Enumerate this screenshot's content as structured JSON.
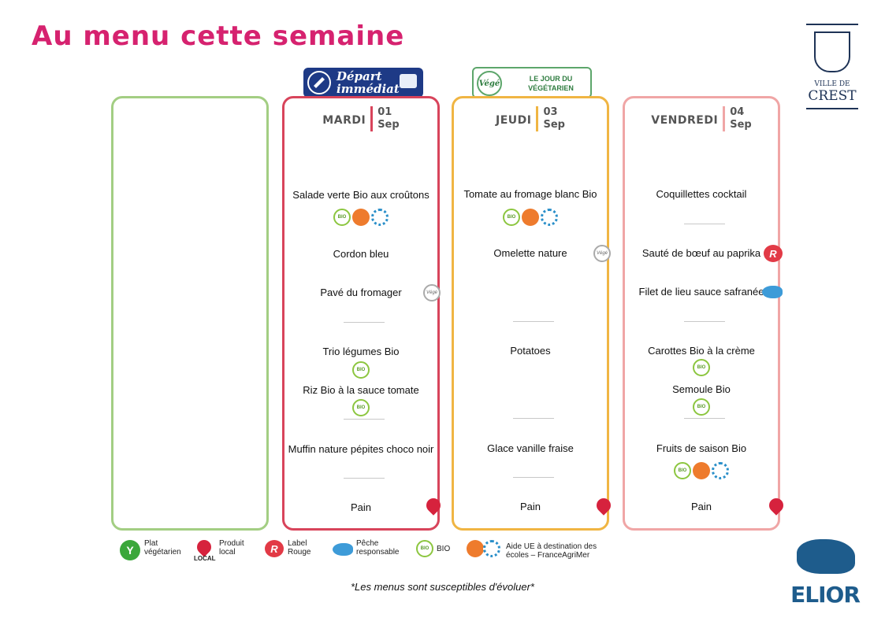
{
  "title": "Au menu cette semaine",
  "banners": {
    "depart_line1": "Départ",
    "depart_line2": "immédiat",
    "vege_badge": "Végé",
    "vege_line1": "LE JOUR DU",
    "vege_line2": "VÉGÉTARIEN"
  },
  "days": [
    {
      "name": "MARDI",
      "day": "01",
      "month": "Sep",
      "dishes": {
        "starter": "Salade verte Bio aux croûtons",
        "main1": "Cordon bleu",
        "main2": "Pavé du fromager",
        "side1": "Trio légumes Bio",
        "side2": "Riz Bio à la sauce tomate",
        "dessert": "Muffin nature pépites choco noir",
        "bread": "Pain"
      }
    },
    {
      "name": "JEUDI",
      "day": "03",
      "month": "Sep",
      "dishes": {
        "starter": "Tomate au fromage blanc Bio",
        "main1": "Omelette nature",
        "side1": "Potatoes",
        "dessert": "Glace vanille fraise",
        "bread": "Pain"
      }
    },
    {
      "name": "VENDREDI",
      "day": "04",
      "month": "Sep",
      "dishes": {
        "starter": "Coquillettes cocktail",
        "main1": "Sauté de bœuf  au paprika",
        "main2": "Filet de lieu sauce safranée",
        "side1": "Carottes Bio à la crème",
        "side2": "Semoule Bio",
        "dessert": "Fruits de saison Bio",
        "bread": "Pain"
      }
    }
  ],
  "badges": {
    "bio": "BIO",
    "vege": "Végé",
    "veg_symbol": "Y",
    "label_rouge_symbol": "R"
  },
  "legend": {
    "veg1": "Plat",
    "veg2": "végétarien",
    "local_tag": "LOCAL",
    "local1": "Produit",
    "local2": "local",
    "rouge1": "Label",
    "rouge2": "Rouge",
    "peche1": "Pêche",
    "peche2": "responsable",
    "bio": "BIO",
    "ue1": "Aide UE à destination des",
    "ue2": "écoles – FranceAgriMer"
  },
  "crest": {
    "small": "VILLE DE",
    "big": "CREST"
  },
  "elior": "ELIOR",
  "footnote": "*Les menus sont susceptibles d'évoluer*",
  "colors": {
    "title": "#d6226f",
    "card_empty": "#a3ce83",
    "card_tue": "#d8445b",
    "card_thu": "#f0b543",
    "card_fri": "#f0a6a6",
    "navy": "#1e3356"
  }
}
